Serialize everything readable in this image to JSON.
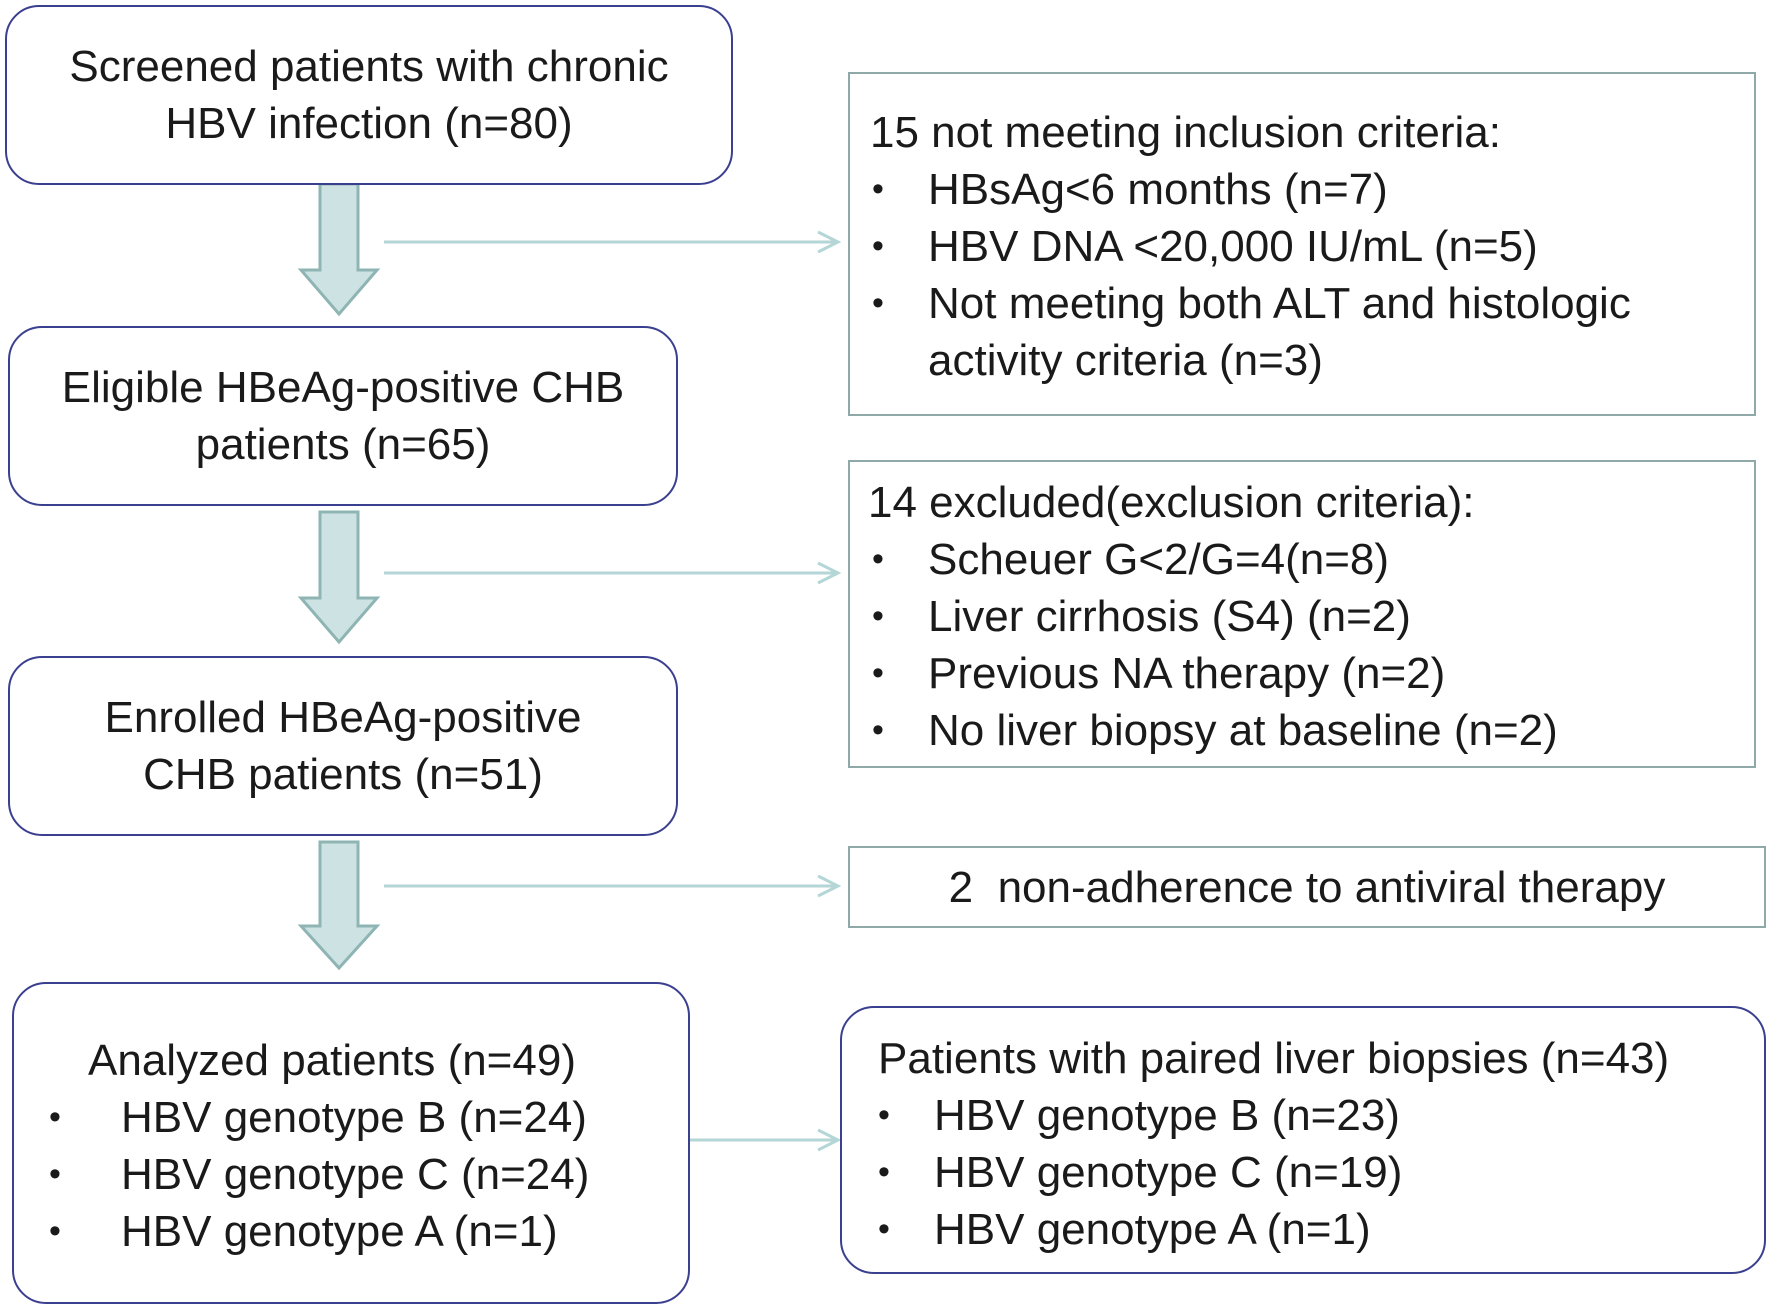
{
  "colors": {
    "rounded_border": "#3b3f8f",
    "square_border": "#8fa9a9",
    "arrow_fill": "#cde3e3",
    "arrow_stroke": "#8fb4b4",
    "connector": "#b4d6d6"
  },
  "screened": {
    "lines": [
      "Screened patients with chronic",
      "HBV infection (n=80)"
    ]
  },
  "eligible": {
    "lines": [
      "Eligible HBeAg-positive CHB",
      "patients (n=65)"
    ]
  },
  "enrolled": {
    "lines": [
      "Enrolled HBeAg-positive",
      "CHB patients (n=51)"
    ]
  },
  "analyzed": {
    "title": "Analyzed patients (n=49)",
    "items": [
      "HBV genotype B (n=24)",
      "HBV genotype C (n=24)",
      "HBV genotype A (n=1)"
    ]
  },
  "not_meeting": {
    "title": "15 not meeting inclusion criteria:",
    "items": [
      "HBsAg<6 months (n=7)",
      "HBV DNA <20,000 IU/mL (n=5)",
      "Not meeting both ALT and histologic",
      "activity criteria (n=3)"
    ]
  },
  "excluded": {
    "title": "14 excluded(exclusion criteria):",
    "items": [
      "Scheuer G<2/G=4(n=8)",
      "Liver cirrhosis (S4) (n=2)",
      "Previous NA therapy (n=2)",
      "No liver biopsy at baseline (n=2)"
    ]
  },
  "nonadherence": {
    "text": "2  non-adherence to antiviral therapy"
  },
  "paired": {
    "title": "Patients with paired liver biopsies (n=43)",
    "items": [
      "HBV genotype B (n=23)",
      "HBV genotype C (n=19)",
      "HBV genotype A (n=1)"
    ]
  },
  "bullet": "•"
}
